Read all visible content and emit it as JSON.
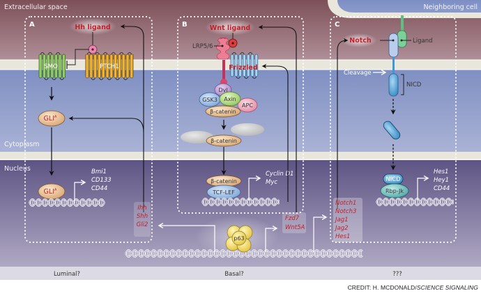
{
  "regions": {
    "extracellular": "Extracellular space",
    "neighboring_cell": "Neighboring cell",
    "cytoplasm": "Cytoplasm",
    "nucleus": "Nucleus"
  },
  "panels": [
    {
      "letter": "A",
      "ligand": "Hh ligand",
      "receptors": [
        "SMO",
        "PTCH1"
      ],
      "effector_cyto": "GLI",
      "effector_sup": "A",
      "effector_nuc": "GLI",
      "target_genes": [
        "Bmi1",
        "CD133",
        "CD44"
      ],
      "p63_targets": [
        "Ihh",
        "Shh",
        "Gli2"
      ],
      "footer": "Luminal?"
    },
    {
      "letter": "B",
      "ligand": "Wnt ligand",
      "coreceptor": "LRP5/6",
      "receptor": "Frizzled",
      "complex": [
        "Dvl",
        "GSK3",
        "Axin",
        "APC",
        "β-catenin"
      ],
      "cyto_effector": "β-catenin",
      "nuc_effectors": [
        "β-catenin",
        "TCF-LEF"
      ],
      "target_genes": [
        "Cyclin D1",
        "Myc"
      ],
      "p63_targets": [
        "Fzd7",
        "Wnt5A"
      ],
      "footer": "Basal?"
    },
    {
      "letter": "C",
      "receptor": "Notch",
      "ligand": "Ligand",
      "cleavage": "Cleavage",
      "nicd": "NICD",
      "nuc_effectors": [
        "NICD",
        "Rbp-Jk"
      ],
      "target_genes": [
        "Hes1",
        "Hey1",
        "CD44"
      ],
      "p63_targets": [
        "Notch1",
        "Notch3",
        "Jag1",
        "Jag2",
        "Hes1"
      ],
      "footer": "???"
    }
  ],
  "central_factor": "p63",
  "credit": {
    "prefix": "CREDIT: H. MCDONALD/",
    "source": "SCIENCE SIGNALING"
  },
  "colors": {
    "extracellular": "#8a5e66",
    "cytoplasm": "#8e9cc8",
    "nucleus": "#6f6590",
    "membrane": "#e9e6dc",
    "ligand_red": "#c4202a",
    "smo_green": "#8cc46a",
    "ptch_orange": "#f0b030",
    "gli_tan": "#e8c49a",
    "notch_blue": "#5aa8d8",
    "p63_yellow": "#f2d860"
  }
}
